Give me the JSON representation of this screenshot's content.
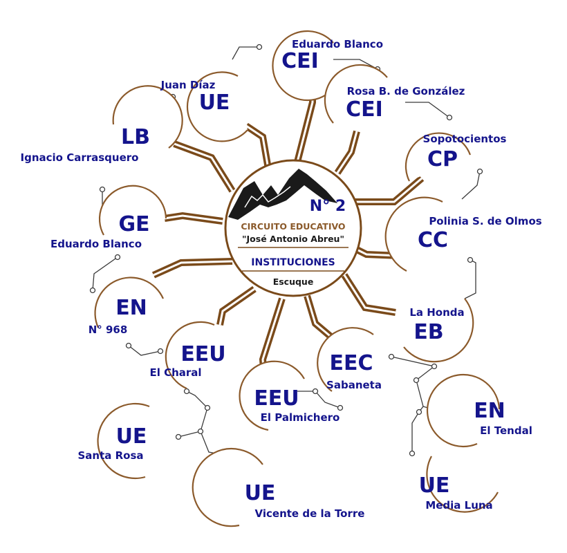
{
  "center": {
    "number": "N° 2",
    "title": "CIRCUITO EDUCATIVO",
    "subtitle": "\"José Antonio Abreu\"",
    "section": "INSTITUCIONES",
    "place": "Escuque"
  },
  "nodes": [
    {
      "code": "CEI",
      "label": "Eduardo Blanco"
    },
    {
      "code": "CEI",
      "label": "Rosa B. de González"
    },
    {
      "code": "CP",
      "label": "Sopotocientos"
    },
    {
      "code": "CC",
      "label": "Polinia S. de Olmos"
    },
    {
      "code": "EB",
      "label": "La Honda"
    },
    {
      "code": "EN",
      "label": "El Tendal"
    },
    {
      "code": "UE",
      "label": "Media Luna"
    },
    {
      "code": "EEC",
      "label": "Sabaneta"
    },
    {
      "code": "EEU",
      "label": "El Palmichero"
    },
    {
      "code": "UE",
      "label": "Vicente de la Torre"
    },
    {
      "code": "UE",
      "label": "Santa Rosa"
    },
    {
      "code": "EEU",
      "label": "El Charal"
    },
    {
      "code": "EN",
      "label": "N° 968"
    },
    {
      "code": "GE",
      "label": "Eduardo Blanco"
    },
    {
      "code": "LB",
      "label": "Ignacio Carrasquero"
    },
    {
      "code": "UE",
      "label": "Juan Díaz"
    }
  ],
  "colors": {
    "text": "#14148c",
    "ring": "#8b5a2b",
    "pipe": "#7a4a1a",
    "title": "#8b5a2b",
    "mountain": "#1a1a1a"
  },
  "icons": [
    "mountain-logo"
  ]
}
